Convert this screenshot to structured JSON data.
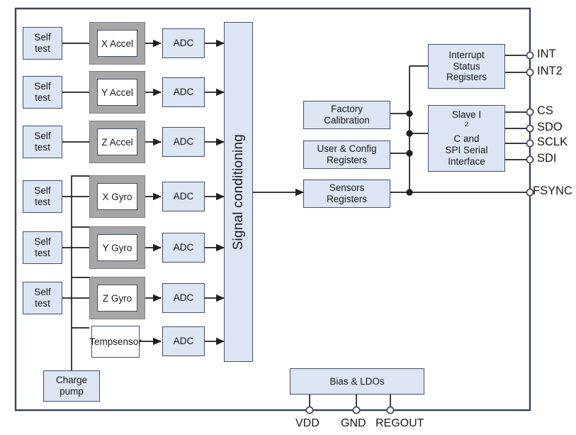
{
  "diagram": {
    "title": "MPU sensor block diagram",
    "colors": {
      "block_fill": "#dbe5f3",
      "block_border": "#40506b",
      "sensor_frame": "#a6a6a6",
      "sensor_inner": "#ffffff",
      "wire": "#1f1f1f",
      "chip_border": "#3a4558"
    }
  },
  "self_tests": [
    {
      "line1": "Self",
      "line2": "test"
    },
    {
      "line1": "Self",
      "line2": "test"
    },
    {
      "line1": "Self",
      "line2": "test"
    },
    {
      "line1": "Self",
      "line2": "test"
    },
    {
      "line1": "Self",
      "line2": "test"
    },
    {
      "line1": "Self",
      "line2": "test"
    }
  ],
  "sensors": [
    {
      "label": "X Accel"
    },
    {
      "label": "Y Accel"
    },
    {
      "label": "Z Accel"
    },
    {
      "label": "X Gyro"
    },
    {
      "label": "Y Gyro"
    },
    {
      "label": "Z Gyro"
    }
  ],
  "temp_sensor": {
    "line1": "Temp",
    "line2": "sensor"
  },
  "adcs": [
    {
      "label": "ADC"
    },
    {
      "label": "ADC"
    },
    {
      "label": "ADC"
    },
    {
      "label": "ADC"
    },
    {
      "label": "ADC"
    },
    {
      "label": "ADC"
    },
    {
      "label": "ADC"
    }
  ],
  "signal_conditioning": {
    "label": "Signal conditioning"
  },
  "charge_pump": {
    "line1": "Charge",
    "line2": "pump"
  },
  "registers": {
    "factory_calibration": {
      "line1": "Factory",
      "line2": "Calibration"
    },
    "user_config": {
      "line1": "User & Config",
      "line2": "Registers"
    },
    "sensors_registers": {
      "line1": "Sensors",
      "line2": "Registers"
    },
    "interrupt_status": {
      "line1": "Interrupt",
      "line2": "Status",
      "line3": "Registers"
    }
  },
  "serial_interface": {
    "line1_a": "Slave I",
    "line1_sup": "2",
    "line1_b": "C and",
    "line2": "SPI Serial",
    "line3": "Interface"
  },
  "bias_ldos": {
    "label": "Bias & LDOs"
  },
  "pins_right": [
    {
      "name": "INT"
    },
    {
      "name": "INT2"
    },
    {
      "name": "CS"
    },
    {
      "name": "SDO"
    },
    {
      "name": "SCLK"
    },
    {
      "name": "SDI"
    },
    {
      "name": "FSYNC"
    }
  ],
  "pins_bottom": [
    {
      "name": "VDD"
    },
    {
      "name": "GND"
    },
    {
      "name": "REGOUT"
    }
  ]
}
